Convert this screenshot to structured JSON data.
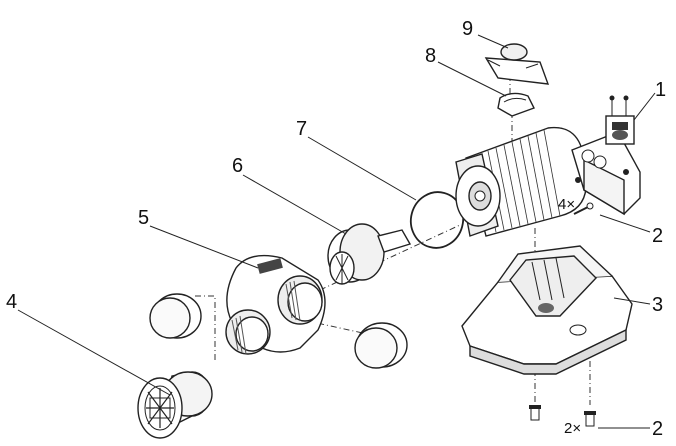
{
  "callouts": [
    {
      "id": "1",
      "label": "1"
    },
    {
      "id": "2a",
      "label": "2"
    },
    {
      "id": "2b",
      "label": "2"
    },
    {
      "id": "3",
      "label": "3"
    },
    {
      "id": "4",
      "label": "4"
    },
    {
      "id": "5",
      "label": "5"
    },
    {
      "id": "6",
      "label": "6"
    },
    {
      "id": "7",
      "label": "7"
    },
    {
      "id": "8",
      "label": "8"
    },
    {
      "id": "9",
      "label": "9"
    }
  ],
  "quantities": {
    "screws_upper": "4×",
    "screws_lower": "2×"
  }
}
